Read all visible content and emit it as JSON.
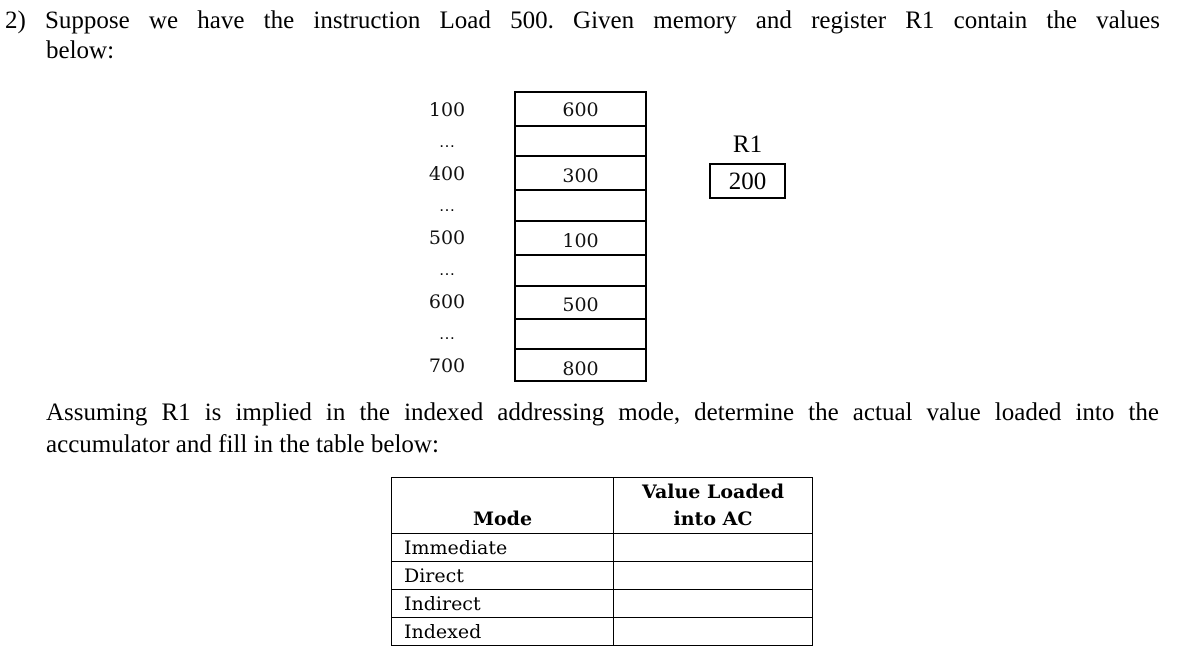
{
  "question": {
    "line1": "2) Suppose we have the instruction Load 500. Given memory and register R1 contain the values",
    "line2": "below:",
    "para2_line1": "Assuming R1 is implied in the indexed addressing mode, determine the actual value loaded into the",
    "para2_line2": "accumulator and fill in the table below:"
  },
  "memory": {
    "rows": [
      {
        "address": "100",
        "value": "600"
      },
      {
        "address": "400",
        "value": "300"
      },
      {
        "address": "500",
        "value": "100"
      },
      {
        "address": "600",
        "value": "500"
      },
      {
        "address": "700",
        "value": "800"
      }
    ],
    "ellipsis": "…"
  },
  "register": {
    "label": "R1",
    "value": "200"
  },
  "table": {
    "headers": [
      "Mode",
      "Value Loaded into AC"
    ],
    "rows": [
      {
        "mode": "Immediate",
        "value": ""
      },
      {
        "mode": "Direct",
        "value": ""
      },
      {
        "mode": "Indirect",
        "value": ""
      },
      {
        "mode": "Indexed",
        "value": ""
      }
    ]
  }
}
